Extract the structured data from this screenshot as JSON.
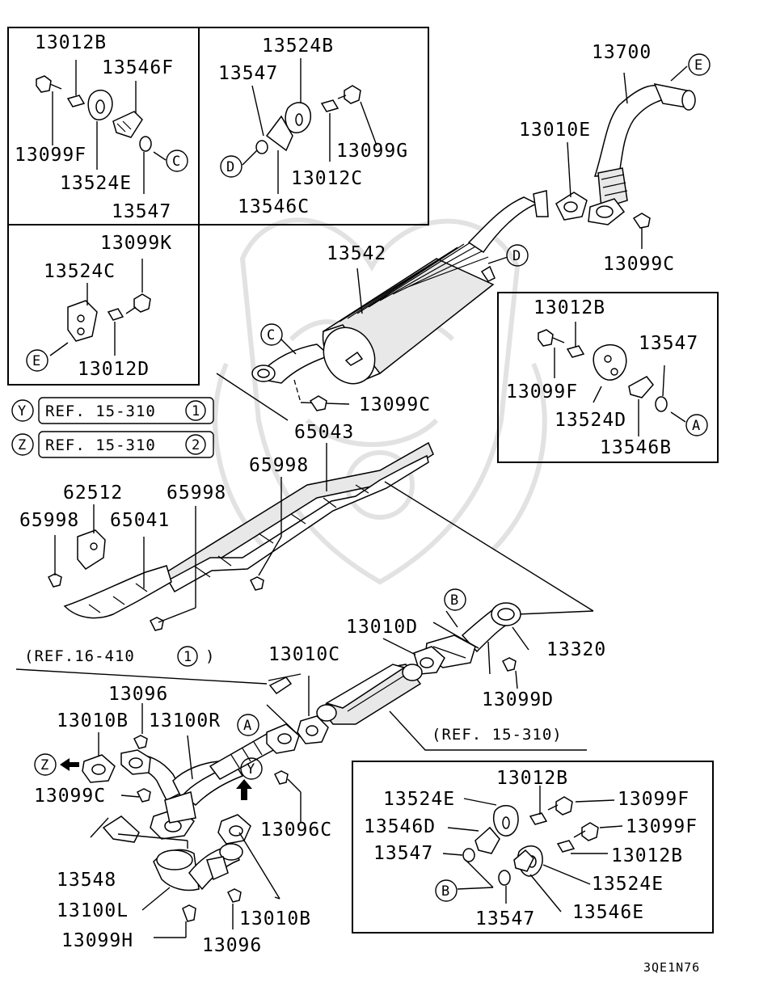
{
  "diagram_code": "3QE1N76",
  "ref_notes": {
    "y": {
      "tag": "Y",
      "text": "REF. 15-310",
      "num": "1"
    },
    "z": {
      "tag": "Z",
      "text": "REF. 15-310",
      "num": "2"
    },
    "ref16": {
      "text": "(REF.16-410",
      "num": "1",
      "close": ")"
    },
    "ref15": {
      "text": "(REF. 15-310)"
    }
  },
  "circle_tags": {
    "A": "A",
    "B": "B",
    "C": "C",
    "D": "D",
    "E": "E",
    "Y": "Y",
    "Z": "Z"
  },
  "parts": {
    "p13012B_tl": "13012B",
    "p13546F": "13546F",
    "p13099F_tl": "13099F",
    "p13524E_tl": "13524E",
    "p13547_tl": "13547",
    "p13524B": "13524B",
    "p13547_tm": "13547",
    "p13099G": "13099G",
    "p13012C": "13012C",
    "p13546C": "13546C",
    "p13099K": "13099K",
    "p13524C": "13524C",
    "p13012D": "13012D",
    "p13700": "13700",
    "p13010E": "13010E",
    "p13099C_tr": "13099C",
    "p13542": "13542",
    "p13099C_m": "13099C",
    "p13012B_r": "13012B",
    "p13547_r": "13547",
    "p13099F_r": "13099F",
    "p13524D": "13524D",
    "p13546B": "13546B",
    "p65043": "65043",
    "p65998_a": "65998",
    "p62512": "62512",
    "p65998_b": "65998",
    "p65998_c": "65998",
    "p65041": "65041",
    "p13010D": "13010D",
    "p13320": "13320",
    "p13099D": "13099D",
    "p13010C": "13010C",
    "p13096_t": "13096",
    "p13010B_l": "13010B",
    "p13100R": "13100R",
    "p13099C_l": "13099C",
    "p13096C": "13096C",
    "p13548": "13548",
    "p13100L": "13100L",
    "p13010B_b": "13010B",
    "p13099H": "13099H",
    "p13096_b": "13096",
    "p13012B_br": "13012B",
    "p13524E_br1": "13524E",
    "p13099F_br1": "13099F",
    "p13546D": "13546D",
    "p13099F_br2": "13099F",
    "p13547_br1": "13547",
    "p13012B_br2": "13012B",
    "p13524E_br2": "13524E",
    "p13547_br2": "13547",
    "p13546E": "13546E"
  }
}
